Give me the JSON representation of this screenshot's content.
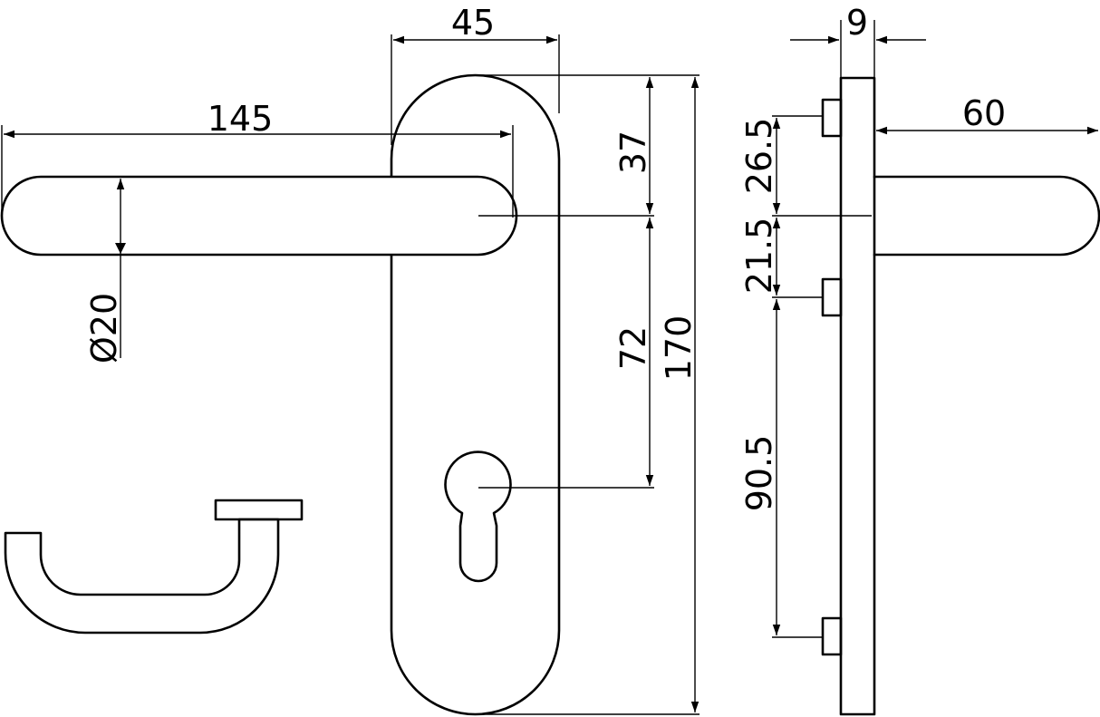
{
  "dimensions": {
    "handle_length": "145",
    "handle_diameter": "Ø20",
    "plate_width": "45",
    "top_to_handle": "37",
    "handle_to_keyhole": "72",
    "plate_height": "170",
    "plate_thickness": "9",
    "handle_projection": "60",
    "fixing_upper": "26.5",
    "fixing_upper_total": "21.5",
    "fixing_lower": "90.5"
  }
}
